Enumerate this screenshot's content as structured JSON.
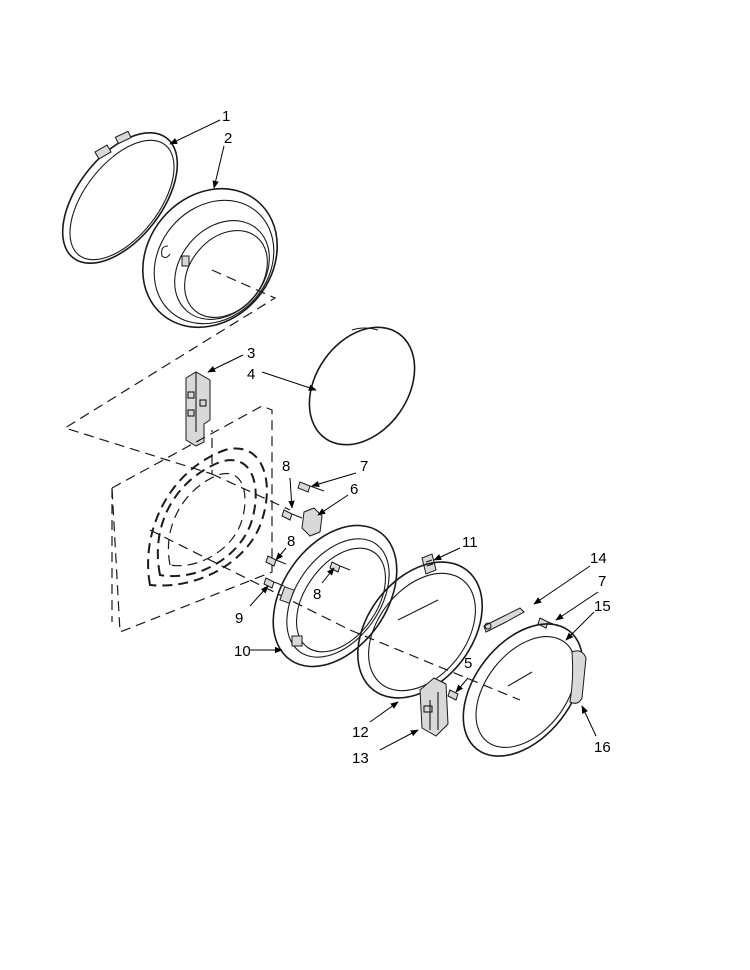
{
  "callouts": {
    "c1": "1",
    "c2": "2",
    "c3": "3",
    "c4": "4",
    "c5": "5",
    "c6": "6",
    "c7a": "7",
    "c7b": "7",
    "c8a": "8",
    "c8b": "8",
    "c8c": "8",
    "c9": "9",
    "c10": "10",
    "c11": "11",
    "c12": "12",
    "c13": "13",
    "c14": "14",
    "c15": "15",
    "c16": "16"
  }
}
